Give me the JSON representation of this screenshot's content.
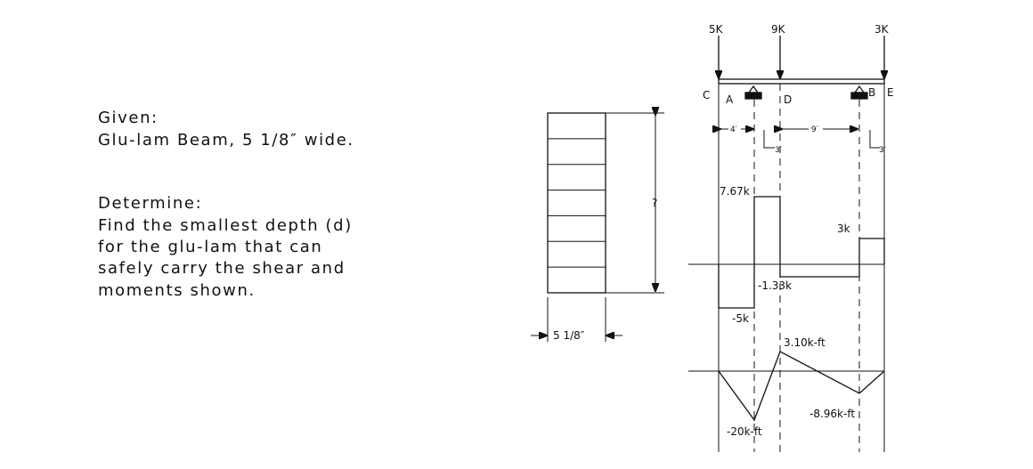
{
  "problem": {
    "given_heading": "Given:",
    "given_text": "Glu-lam Beam, 5 1/8″ wide.",
    "determine_heading": "Determine:",
    "determine_lines": [
      "Find the smallest depth (d)",
      "for the glu-lam that can",
      "safely carry the shear and",
      "moments shown."
    ]
  },
  "section": {
    "width_label": "5 1/8″",
    "depth_label": "?",
    "laminations": 7
  },
  "loads": {
    "c": "5K",
    "d": "9K",
    "e": "3K"
  },
  "points": {
    "c": "C",
    "a": "A",
    "d": "D",
    "b": "B",
    "e": "E"
  },
  "spans": {
    "ad": "4′",
    "db": "9′",
    "ca": "3′",
    "be": "3′"
  },
  "shear": {
    "v_a": "7.67k",
    "v_b": "3k",
    "v_d": "-1.33k",
    "v_c": "-5k"
  },
  "moment": {
    "m_d": "3.10k-ft",
    "m_b": "-8.96k-ft",
    "m_a": "-20k-ft"
  }
}
